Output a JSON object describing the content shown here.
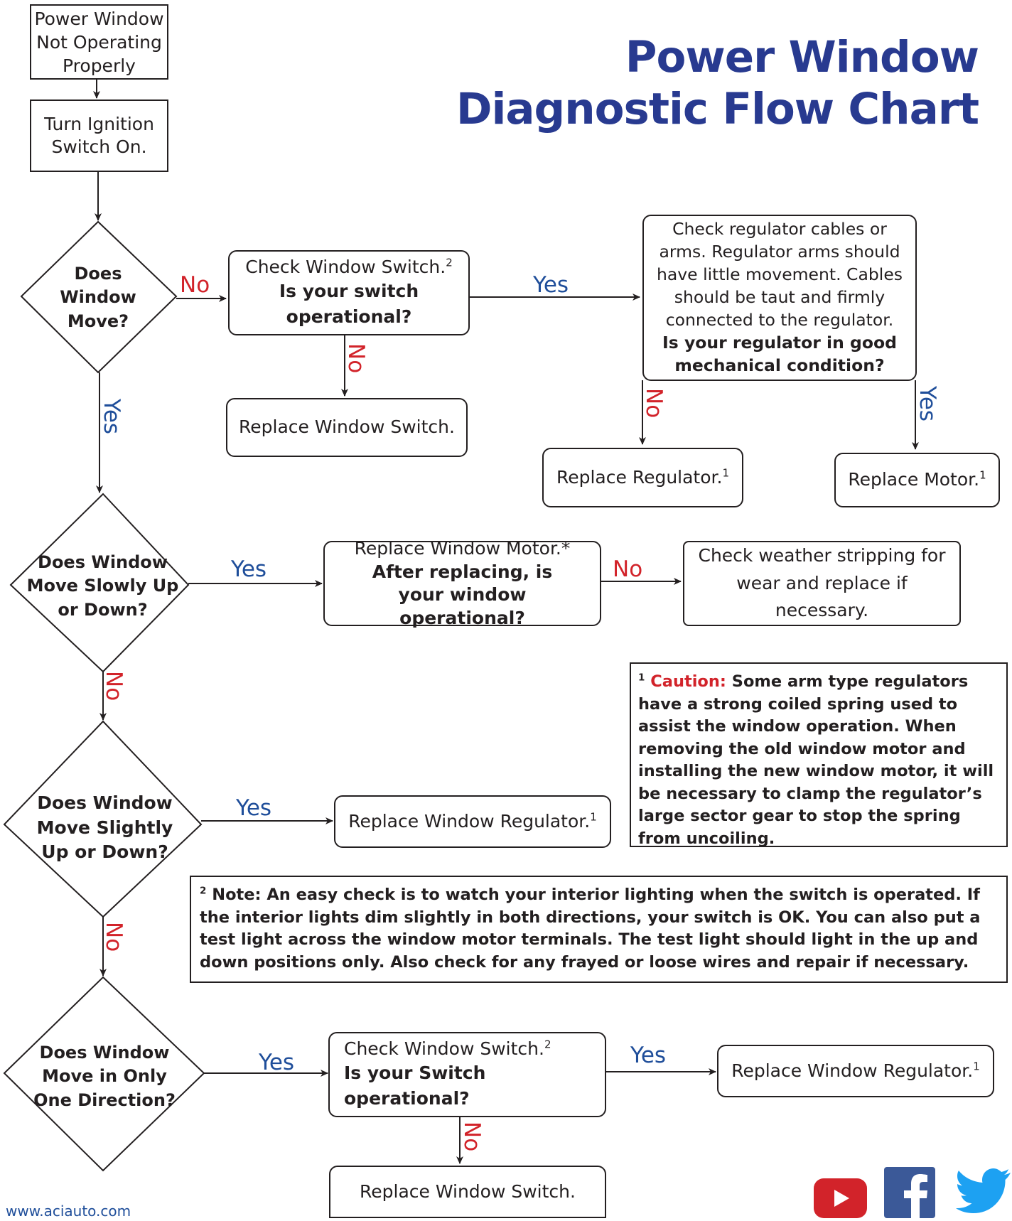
{
  "title": {
    "line1": "Power Window",
    "line2": "Diagnostic Flow Chart"
  },
  "labels": {
    "yes": "Yes",
    "no": "No"
  },
  "nodes": {
    "start": "Power Window Not Operating Properly",
    "ignition": "Turn Ignition Switch On.",
    "q_move": "Does Window Move?",
    "check_switch_1": {
      "line": "Check Window Switch.",
      "sup": "2",
      "question": "Is your switch operational?"
    },
    "replace_switch_1": "Replace Window Switch.",
    "check_regulator": {
      "text": "Check regulator cables or arms. Regulator arms should have little movement.  Cables should be taut and firmly connected to the regulator.",
      "question": "Is your regulator in good mechanical condition?"
    },
    "replace_regulator": {
      "text": "Replace Regulator.",
      "sup": "1"
    },
    "replace_motor": {
      "text": "Replace Motor.",
      "sup": "1"
    },
    "q_slowly": "Does Window Move Slowly Up or Down?",
    "replace_motor_check": {
      "line": "Replace Window Motor.*",
      "question": "After replacing, is your window operational?"
    },
    "weather_strip": "Check weather stripping for wear and replace if necessary.",
    "q_slightly": "Does Window Move Slightly Up or Down?",
    "replace_window_regulator_1": {
      "text": "Replace Window Regulator.",
      "sup": "1"
    },
    "q_one_dir": "Does Window Move in Only One Direction?",
    "check_switch_2": {
      "line": "Check Window Switch.",
      "sup": "2",
      "question": "Is your Switch operational?"
    },
    "replace_window_regulator_2": {
      "text": "Replace Window Regulator.",
      "sup": "1"
    },
    "replace_switch_2": "Replace Window Switch."
  },
  "notes": {
    "caution": {
      "num": "1",
      "label": "Caution:",
      "text": "Some arm type regulators have a strong coiled spring used to assist the window operation. When removing the old window motor and installing the new window motor, it will be necessary to clamp the regulator’s large sector gear to stop the spring from uncoiling."
    },
    "note": {
      "num": "2",
      "text": "Note: An easy check is to watch your interior lighting when the switch is operated. If the interior lights dim slightly in both directions, your switch is OK. You can also put a test light across the window motor terminals. The test light should light in the up and down positions only.  Also check for any frayed or loose wires and repair if necessary."
    }
  },
  "footer": {
    "url": "www.aciauto.com"
  },
  "social": [
    "youtube-icon",
    "facebook-icon",
    "twitter-icon"
  ],
  "colors": {
    "title": "#283a90",
    "yes": "#1f4e9a",
    "no": "#d2232a",
    "youtube": "#d2232a",
    "facebook": "#3b5998",
    "twitter": "#1da1f2"
  }
}
